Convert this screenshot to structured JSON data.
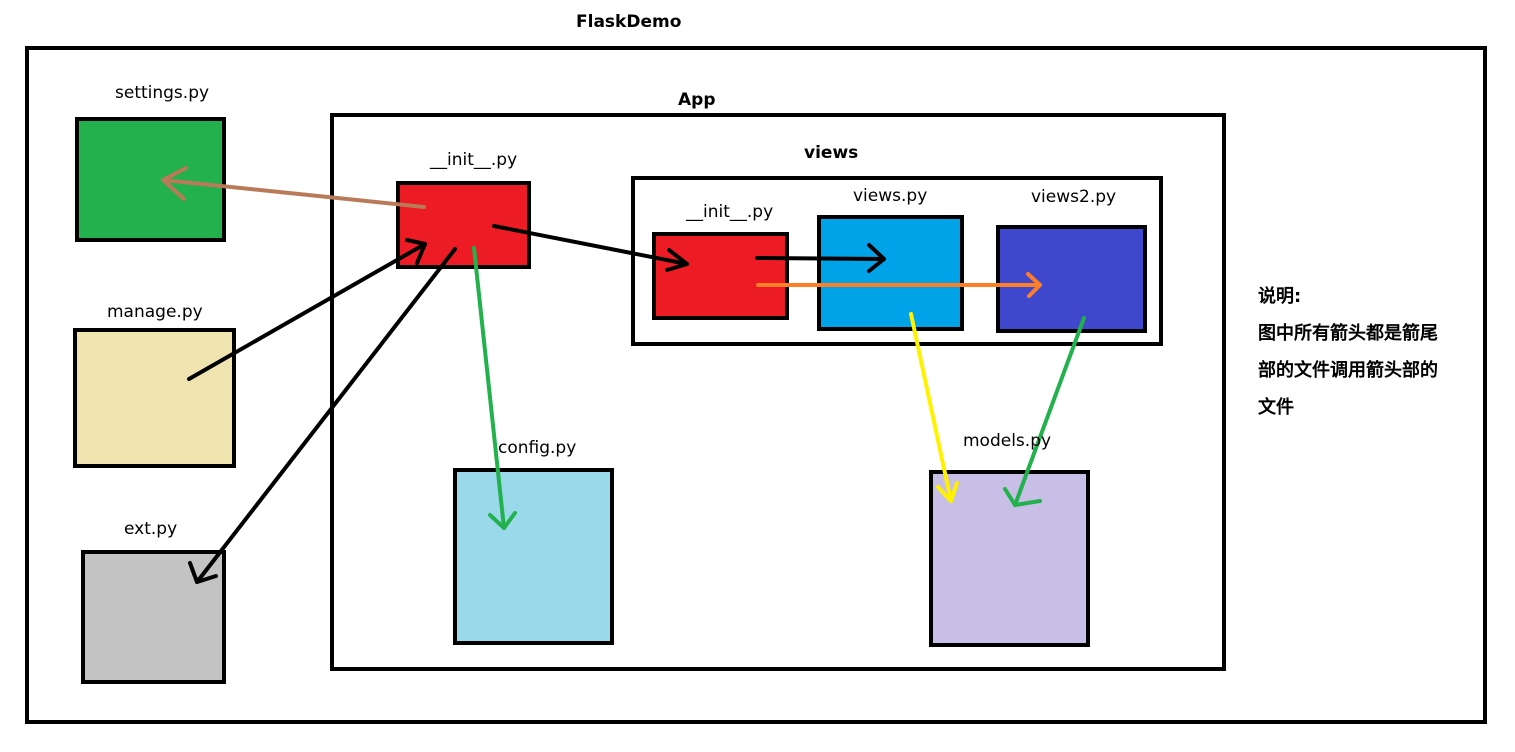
{
  "title": "FlaskDemo",
  "containers": {
    "app": "App",
    "views": "views"
  },
  "files": {
    "settings": {
      "label": "settings.py",
      "color": "#22b14c"
    },
    "manage": {
      "label": "manage.py",
      "color": "#efe4b0"
    },
    "ext": {
      "label": "ext.py",
      "color": "#c3c3c3"
    },
    "app_init": {
      "label": "__init__.py",
      "color": "#ed1c24"
    },
    "config": {
      "label": "config.py",
      "color": "#99d9ea"
    },
    "views_init": {
      "label": "__init__.py",
      "color": "#ed1c24"
    },
    "views_py": {
      "label": "views.py",
      "color": "#00a2e8"
    },
    "views2_py": {
      "label": "views2.py",
      "color": "#3f48cc"
    },
    "models": {
      "label": "models.py",
      "color": "#c8bfe7"
    }
  },
  "arrow_colors": {
    "brown": "#b97a57",
    "black": "#000000",
    "green": "#22b14c",
    "yellow": "#fff200",
    "orange": "#ff7f27"
  },
  "note": {
    "lines": [
      "说明:",
      "图中所有箭头都是箭尾",
      "部的文件调用箭头部的",
      "文件"
    ]
  }
}
